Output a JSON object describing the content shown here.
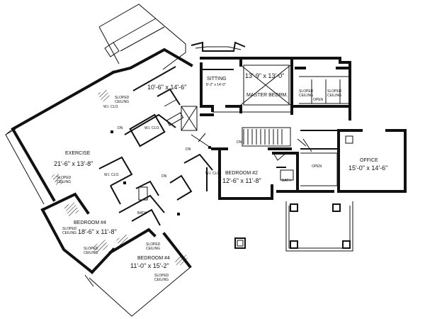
{
  "rooms": {
    "exercise": {
      "name": "EXERCISE",
      "size": "21'-6\" x 13'-8\"",
      "ceiling": [
        "SLOPED",
        "CEILING"
      ]
    },
    "hall_top": {
      "size": "10'-6\" x 14'-6\""
    },
    "sitting": {
      "name": "SITTING",
      "size": "8'-2\" x 14'-0\""
    },
    "master": {
      "size": "13'-9\" x 13'-0\"",
      "name": "MASTER BEDRM."
    },
    "bedroom2": {
      "name": "BEDROOM #2",
      "size": "12'-6\" x 11'-8\""
    },
    "office": {
      "name": "OFFICE",
      "size": "15'-0\" x 14'-6\""
    },
    "bedroom4a": {
      "name": "BEDROOM #4",
      "size": "18'-6\" x 11'-8\"",
      "ceiling_left": [
        "SLOPED",
        "CEILING"
      ],
      "ceiling_bottom": [
        "SLOPED",
        "CEILING"
      ]
    },
    "bedroom4b": {
      "name": "BEDROOM #4",
      "size": "11'-0\" x 15'-2\"",
      "ceiling_top": [
        "SLOPED",
        "CEILING"
      ],
      "ceiling_bottom": [
        "SLOPED",
        "CEILING"
      ]
    },
    "sloped_upper_left": [
      "SLOPED",
      "CEILING"
    ],
    "sloped_right_a": [
      "SLOPED",
      "CEILING"
    ],
    "sloped_right_b": [
      "SLOPED",
      "CEILING"
    ]
  },
  "small_labels": {
    "wi_clo_1": "W.I. CLO.",
    "wi_clo_2": "W.I. CLO.",
    "wi_clo_3": "W.I. CLO.",
    "wi_clo_4": "W.I. CLO.",
    "bath_1": "BATH",
    "bath_2": "BATH",
    "dn_1": "DN",
    "dn_2": "DN",
    "dn_3": "DN",
    "dn_4": "DN",
    "open_1": "OPEN",
    "open_2": "OPEN"
  }
}
